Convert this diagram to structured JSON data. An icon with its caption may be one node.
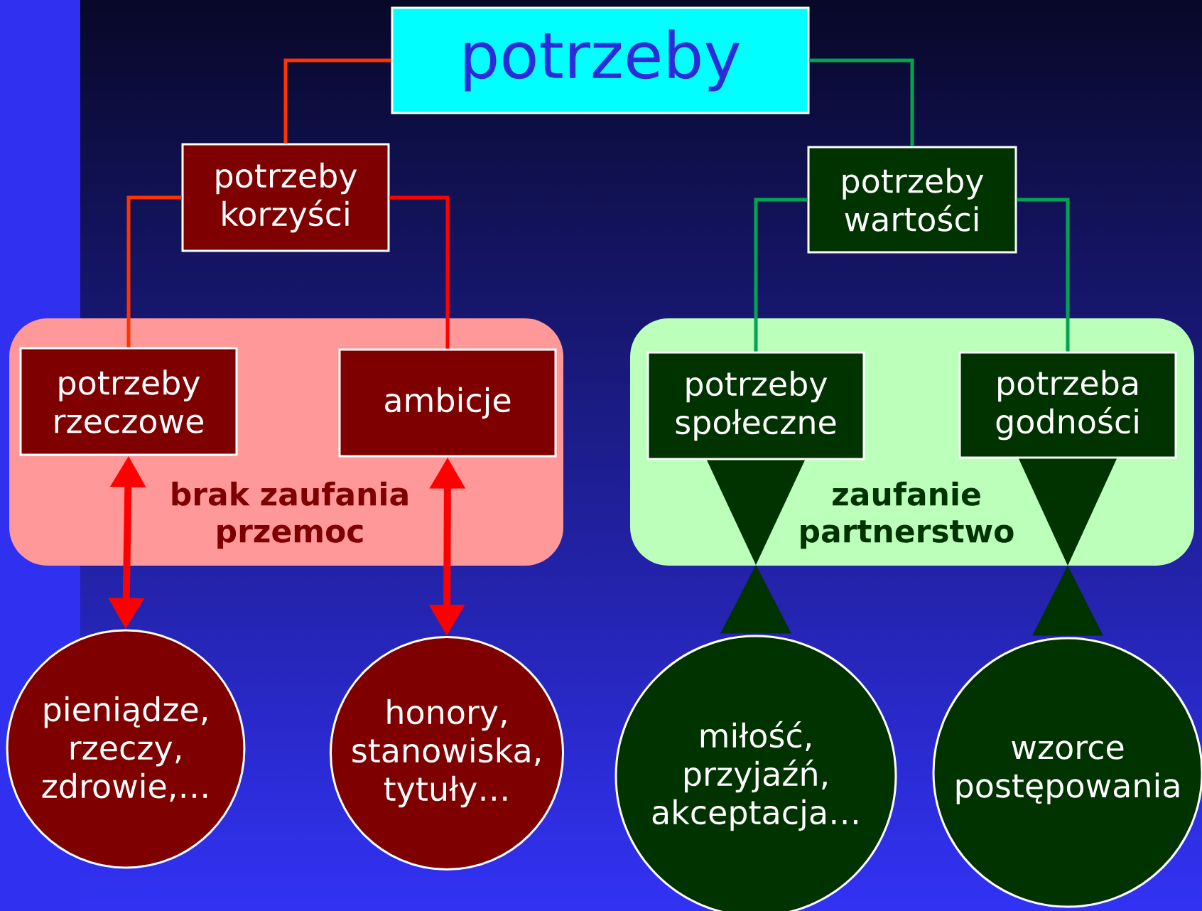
{
  "diagram": {
    "nodes": [
      {
        "text": [
          "potrzeby"
        ]
      },
      {
        "text": [
          "potrzeby korzyści"
        ]
      },
      {
        "text": [
          "potrzeby wartości"
        ]
      },
      {
        "text": [
          "brak zaufania przemoc"
        ]
      },
      {
        "text": [
          "potrzeby rzeczowe"
        ],
        "in": 3
      },
      {
        "text": [
          "ambicje"
        ],
        "in": 3
      },
      {
        "text": [
          "zaufanie partnerstwo"
        ]
      },
      {
        "text": [
          "potrzeby społeczne"
        ],
        "in": 6
      },
      {
        "text": [
          "potrzeba godności"
        ],
        "in": 6
      },
      {
        "text": [
          "pieniądze, rzeczy, zdrowie,…"
        ]
      },
      {
        "text": [
          "honory, stanowiska, tytuły…"
        ]
      },
      {
        "text": [
          "miłość, przyjaźń, akceptacja…"
        ]
      },
      {
        "text": [
          "wzorce postępowania"
        ]
      }
    ],
    "edges": [
      {
        "from": 0,
        "to": 1,
        "arrow": "none",
        "color": "#ff3300"
      },
      {
        "from": 0,
        "to": 2,
        "arrow": "none",
        "color": "#00a550"
      },
      {
        "from": 1,
        "to": 4,
        "arrow": "none",
        "color": "#ff3300"
      },
      {
        "from": 1,
        "to": 5,
        "arrow": "none",
        "color": "#ff0000"
      },
      {
        "from": 2,
        "to": 7,
        "arrow": "none",
        "color": "#00a550"
      },
      {
        "from": 2,
        "to": 8,
        "arrow": "none",
        "color": "#00a550"
      },
      {
        "from": 4,
        "to": 9,
        "arrow": "both",
        "style": "thick",
        "color": "#ff0000"
      },
      {
        "from": 5,
        "to": 10,
        "arrow": "both",
        "style": "thick",
        "color": "#ff0000"
      },
      {
        "from": 7,
        "to": 11,
        "arrow": "to",
        "style": "thick",
        "color": "#003300"
      },
      {
        "from": 8,
        "to": 12,
        "arrow": "to",
        "style": "thick",
        "color": "#003300"
      }
    ]
  }
}
